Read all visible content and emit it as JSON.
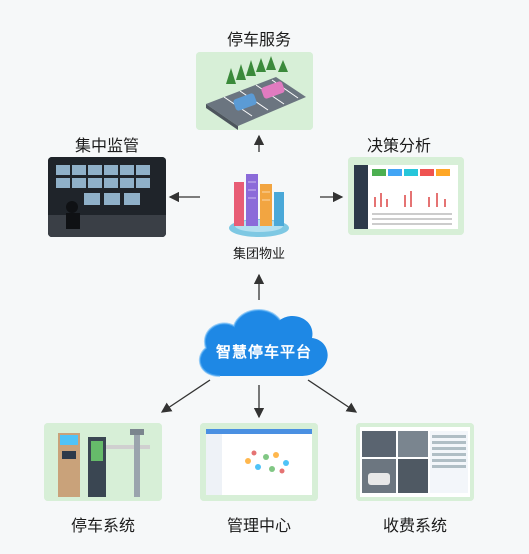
{
  "nodes": {
    "parking_service": "停车服务",
    "central_monitoring": "集中监管",
    "decision_analysis": "决策分析",
    "group_property": "集团物业",
    "smart_platform": "智慧停车平台",
    "parking_system": "停车系统",
    "management_center": "管理中心",
    "toll_system": "收费系统"
  },
  "colors": {
    "card_bg": "#d9eed9",
    "cloud": "#1e88e5",
    "arrow": "#333333"
  }
}
